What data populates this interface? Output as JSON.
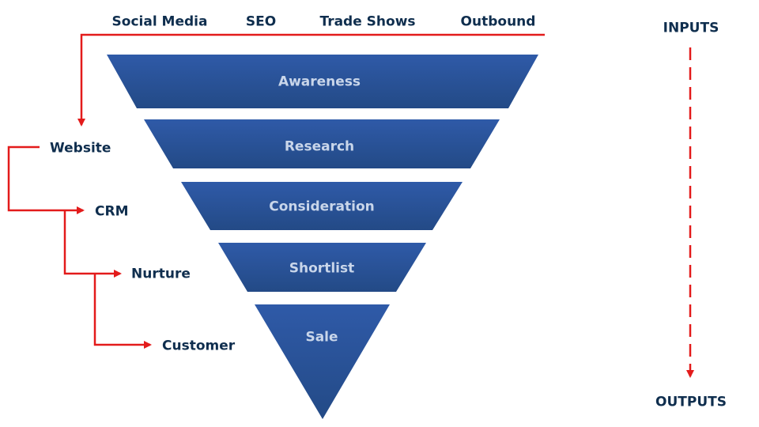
{
  "inputs": {
    "items": [
      "Social Media",
      "SEO",
      "Trade Shows",
      "Outbound"
    ]
  },
  "funnel": {
    "stages": [
      "Awareness",
      "Research",
      "Consideration",
      "Shortlist",
      "Sale"
    ]
  },
  "process": {
    "steps": [
      "Website",
      "CRM",
      "Nurture",
      "Customer"
    ]
  },
  "direction": {
    "top_label": "INPUTS",
    "bottom_label": "OUTPUTS"
  },
  "colors": {
    "funnel_fill_top": "#2f5aa8",
    "funnel_fill_bottom": "#234a86",
    "arrow": "#e31b1b",
    "label_text": "#0f2e4e",
    "stage_text": "#c9d6ea"
  }
}
